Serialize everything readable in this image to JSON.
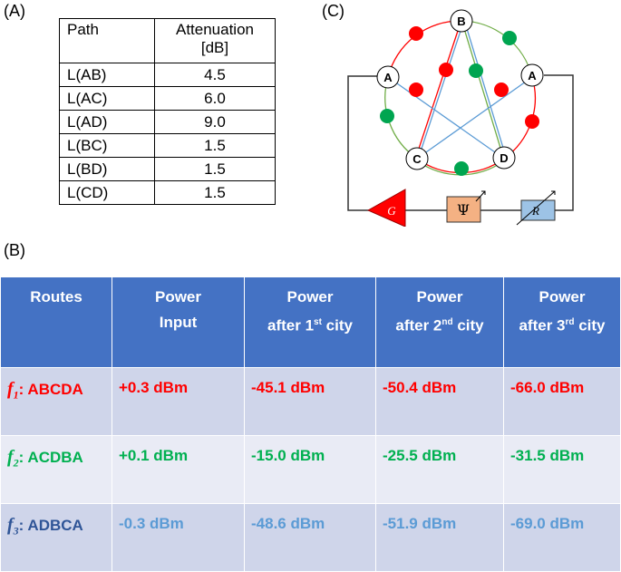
{
  "panels": {
    "a": "(A)",
    "b": "(B)",
    "c": "(C)"
  },
  "table_a": {
    "headers": [
      "Path",
      "Attenuation",
      "[dB]"
    ],
    "rows": [
      [
        "L(AB)",
        "4.5"
      ],
      [
        "L(AC)",
        "6.0"
      ],
      [
        "L(AD)",
        "9.0"
      ],
      [
        "L(BC)",
        "1.5"
      ],
      [
        "L(BD)",
        "1.5"
      ],
      [
        "L(CD)",
        "1.5"
      ]
    ]
  },
  "diagram": {
    "nodes": [
      "A",
      "B",
      "A",
      "C",
      "D"
    ],
    "gain": "G",
    "phase": "Ψ",
    "resistor": "R"
  },
  "table_b": {
    "headers": [
      {
        "l1": "Routes",
        "l2": ""
      },
      {
        "l1": "Power",
        "l2": "Input"
      },
      {
        "l1": "Power",
        "l2": "after 1",
        "sup": "st",
        "l3": " city"
      },
      {
        "l1": "Power",
        "l2": "after 2",
        "sup": "nd",
        "l3": " city"
      },
      {
        "l1": "Power",
        "l2": "after 3",
        "sup": "rd",
        "l3": " city"
      }
    ],
    "rows": [
      {
        "f": "f",
        "sub": "1",
        "route": ": ABCDA",
        "values": [
          "+0.3 dBm",
          "-45.1 dBm",
          "-50.4 dBm",
          "-66.0 dBm"
        ],
        "color": "#ff0000",
        "label_color": "#ff0000"
      },
      {
        "f": "f",
        "sub": "2",
        "route": ": ACDBA",
        "values": [
          "+0.1 dBm",
          "-15.0 dBm",
          "-25.5 dBm",
          "-31.5 dBm"
        ],
        "color": "#00b050",
        "label_color": "#00b050"
      },
      {
        "f": "f",
        "sub": "3",
        "route": ": ADBCA",
        "values": [
          "-0.3 dBm",
          "-48.6 dBm",
          "-51.9 dBm",
          "-69.0 dBm"
        ],
        "color": "#5b9bd5",
        "label_color": "#2f5597"
      }
    ]
  }
}
